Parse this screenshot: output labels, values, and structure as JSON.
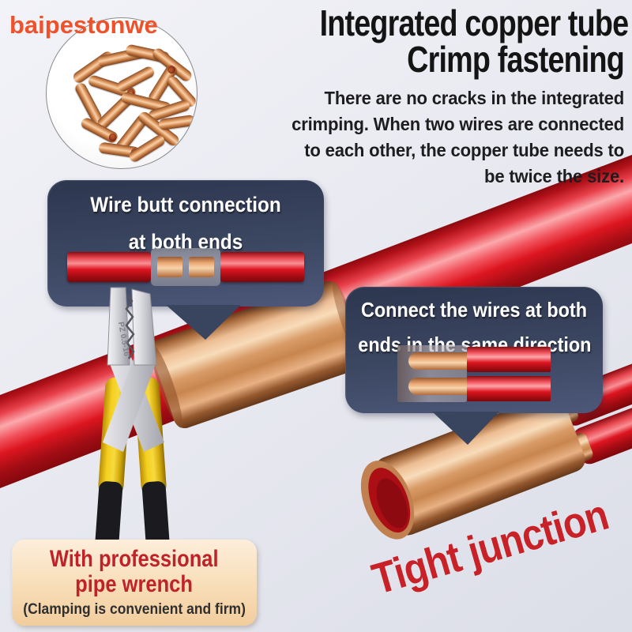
{
  "watermark": "baipestonwe",
  "header": {
    "title_line1": "Integrated copper tube",
    "title_line2": "Crimp fastening",
    "body_lines": [
      "There are no cracks in the integrated",
      "crimping. When two wires are connected",
      "to each other, the copper tube needs to",
      "be twice the size."
    ]
  },
  "callouts": {
    "wire_butt": {
      "line1": "Wire butt connection",
      "line2": "at both ends"
    },
    "same_direction": {
      "line1": "Connect the wires at both",
      "line2": "ends in the same direction"
    }
  },
  "pliers": {
    "marking": "PZ 0.5-16",
    "label_line1": "With professional",
    "label_line2": "pipe wrench",
    "label_note": "(Clamping is convenient and firm)"
  },
  "tight_junction_label": "Tight junction",
  "colors": {
    "background": "#e9eaf1",
    "callout_navy": "#39445f",
    "wire_red": "#dd1620",
    "copper": "#d99c68",
    "watermark_orange": "#f0512a",
    "label_red": "#bf2228",
    "label_background": "#f8ddb7",
    "title_black": "#141414"
  }
}
